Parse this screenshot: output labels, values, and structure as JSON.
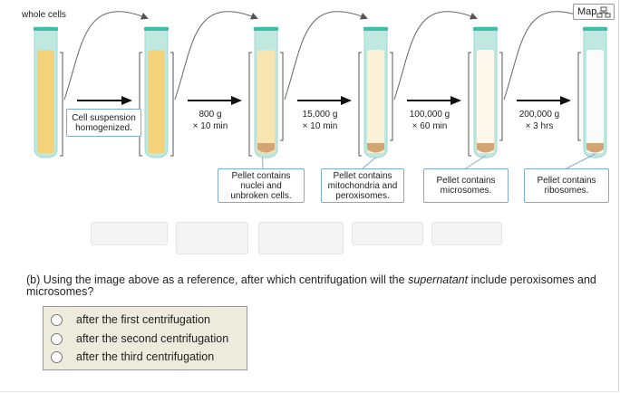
{
  "map_button": {
    "label": "Map"
  },
  "diagram": {
    "start_label": "whole cells",
    "homogenize_box": "Cell suspension homogenized.",
    "steps": [
      {
        "speed": "800 g",
        "time": "× 10 min"
      },
      {
        "speed": "15,000 g",
        "time": "× 10 min"
      },
      {
        "speed": "100,000 g",
        "time": "× 60 min"
      },
      {
        "speed": "200,000 g",
        "time": "× 3 hrs"
      }
    ],
    "pellets": [
      "Pellet contains nuclei and unbroken cells.",
      "Pellet contains mitochondria and peroxisomes.",
      "Pellet contains microsomes.",
      "Pellet contains ribosomes."
    ],
    "colors": {
      "tube_glass": "#bfe8e0",
      "tube_rim": "#3dbfa8",
      "suspension_dark": "#f3d27a",
      "suspension_mid": "#f8e6b2",
      "suspension_light": "#fbf1d6",
      "suspension_faint": "#fdf7ec",
      "pellet": "#d4a574",
      "box_border": "#7fa9d6"
    }
  },
  "question": {
    "prefix": "(b) Using the image above as a reference, after which centrifugation will the ",
    "emphasis": "supernatant",
    "suffix": " include peroxisomes and microsomes?",
    "options": [
      "after the first centrifugation",
      "after the second centrifugation",
      "after the third centrifugation"
    ]
  }
}
